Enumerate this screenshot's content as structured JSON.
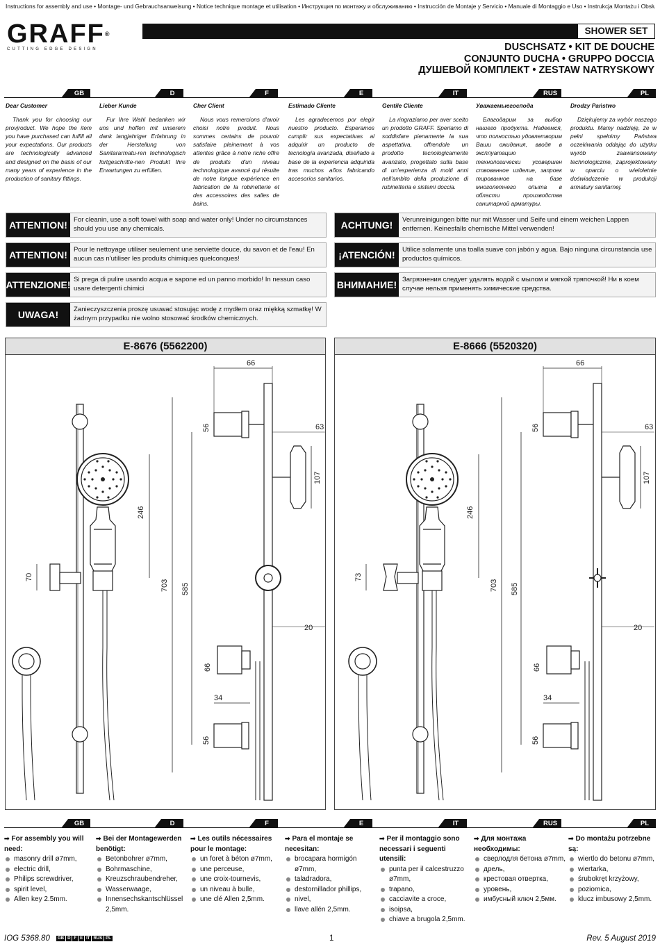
{
  "header": {
    "languages_line": "Instructions for assembly and use • Montage- und Gebrauchsanweisung • Notice technique montage et utilisation • Инструкция по монтажу и обслуживанию • Instrucción de Montaje y Servicio • Manuale di Montaggio e Uso • Instrukcja Montażu i Obsługi",
    "logo": "GRAFF",
    "logo_tag": "CUTTING EDGE DESIGN",
    "doc_label": "SHOWER SET",
    "titles": [
      "DUSCHSATZ • KIT DE DOUCHE",
      "CONJUNTO DUCHA • GRUPPO DOCCIA",
      "ДУШЕВОЙ КОМПЛЕКТ • ZESTAW NATRYSKOWY"
    ]
  },
  "lang_codes": [
    "GB",
    "D",
    "F",
    "E",
    "IT",
    "RUS",
    "PL"
  ],
  "intro": [
    {
      "heading": "Dear Customer",
      "text": "Thank you for choosing our provjroduct. We hope the item you have purchased can fulfill all your expectations. Our products are technologically advanced and designed on the basis of our many years of experience in the production of sanitary fittings."
    },
    {
      "heading": "Lieber Kunde",
      "text": "Fur Ihre Wahl bedanken wir uns und hoffen mit unserem dank langjahriger Erfahrung in der Herstellung von Sanitararmatu-ren technologisch fortgeschritte-nen Produkt Ihre Erwartungen zu erfüllen."
    },
    {
      "heading": "Cher Client",
      "text": "Nous vous remercions d'avoir choisi notre produit. Nous sommes certains de pouvoir satisfaire pleinement à vos attentes grâce à notre riche offre de produits d'un niveau technologique avancé qui résulte de notre longue expérience en fabrication de la robinetterie et des accessoires des salles de bains."
    },
    {
      "heading": "Estimado Cliente",
      "text": "Les agradecemos por elegir nuestro producto. Esperamos cumplir sus expectativas al adquirir un producto de tecnología avanzada, diseñado a base de la experiencia adquirida tras muchos años fabricando accesorios sanitarios."
    },
    {
      "heading": "Gentile Cliente",
      "text": "La ringraziamo per aver scelto un prodotto GRAFF. Speriamo di soddisfare pienamente la sua aspettativa, offrendole un prodotto tecnologicamente avanzato, progettato sulla base di un'esperienza di molti anni nell'ambito della produzione di rubinetteria e sistemi doccia."
    },
    {
      "heading": "Уважаемыегосподa",
      "text": "Благодарим за выбор нашего продукта. Надеемся, что полностью удовлетворим Ваши ожидания, вводя в эксплуатацию технологически усовершен ствованное изделие, запроек тированное на базе многолетнего опыта в области производства санитарной арматуры."
    },
    {
      "heading": "Drodzy Państwo",
      "text": "Dziękujemy za wybór naszego produktu. Mamy nadzieję, że w pełni spełnimy Państwa oczekiwania oddając do użytku wyrób zaawansowany technologicznie, zaprojektowany w oparciu o wieloletnie doświadczenie w produkcji armatury sanitarnej."
    }
  ],
  "attention": [
    {
      "label": "ATTENTION!",
      "text": "For cleanin, use a soft towel with soap and water only! Under no circumstances should you use any chemicals."
    },
    {
      "label": "ACHTUNG!",
      "text": "Verunreinigungen bitte nur mit Wasser und Seife und einem weichen Lappen entfernen. Keinesfalls chemische Mittel verwenden!"
    },
    {
      "label": "ATTENTION!",
      "text": "Pour le nettoyage utiliser seulement une serviette douce, du savon et de l'eau! En aucun cas n'utiliser les produits chimiques quelconques!"
    },
    {
      "label": "¡ATENCIÓN!",
      "text": "Utilice solamente una toalla suave con jabón y agua. Bajo ninguna circunstancia use productos químicos."
    },
    {
      "label": "ATTENZIONE!",
      "text": "Si prega di pulire usando acqua e sapone ed un panno morbido! In nessun caso usare detergenti chimici"
    },
    {
      "label": "ВНИМАНИЕ!",
      "text": "Загрязнения следует удалять водой с мылом и мягкой тряпочкой! Ни в коем случае нельзя применять химические средства."
    },
    {
      "label": "UWAGA!",
      "text": "Zanieczyszczenia proszę usuwać stosując wodę z mydłem oraz miękką szmatkę! W żadnym przypadku nie wolno stosować środków chemicznych."
    }
  ],
  "panels": [
    {
      "title": "E-8676 (5562200)",
      "dims": {
        "top_width": "66",
        "d_bracket": "56",
        "offset": "63",
        "d_shower": "107",
        "handle_len": "246",
        "valve_h": "70",
        "total_h": "703",
        "inner_h": "585",
        "d_bar": "20",
        "d_outlet": "66",
        "outlet_w": "34",
        "d_bracket2": "56"
      }
    },
    {
      "title": "E-8666 (5520320)",
      "dims": {
        "top_width": "66",
        "d_bracket": "56",
        "offset": "63",
        "d_shower": "107",
        "handle_len": "246",
        "valve_h": "73",
        "total_h": "703",
        "inner_h": "585",
        "d_bar": "20",
        "d_outlet": "66",
        "outlet_w": "34",
        "d_bracket2": "56"
      }
    }
  ],
  "tools": [
    {
      "heading": "For assembly you will need:",
      "items": [
        "masonry drill ø7mm,",
        "electric drill,",
        "Philips screwdriver,",
        "spirit level,",
        "Allen key 2.5mm."
      ]
    },
    {
      "heading": "Bei der Montagewerden benötigt:",
      "items": [
        "Betonbohrer ø7mm,",
        "Bohrmaschine,",
        "Kreuzschraubendreher,",
        "Wasserwaage,",
        "Innensechskantschlüssel 2,5mm."
      ]
    },
    {
      "heading": "Les outils nécessaires pour le montage:",
      "items": [
        "un foret à béton ø7mm,",
        "une perceuse,",
        "une croix-tournevis,",
        "un niveau à bulle,",
        "une clé Allen 2,5mm."
      ]
    },
    {
      "heading": "Para el montaje se necesitan:",
      "items": [
        "brocapara hormigón ø7mm,",
        "taladradora,",
        "destornillador phillips,",
        "nivel,",
        "llave allén 2,5mm."
      ]
    },
    {
      "heading": "Per il montaggio sono necessari i seguenti utensili:",
      "items": [
        "punta per il calcestruzzo ø7mm,",
        "trapano,",
        "cacciavite a croce,",
        "isoipsa,",
        "chiave a brugola 2,5mm."
      ]
    },
    {
      "heading": "Для монтажа необходимы:",
      "items": [
        "сверлодля бетона ø7mm,",
        "дрель,",
        "крестовая отвертка,",
        "уровень,",
        "имбусный ключ 2,5мм."
      ]
    },
    {
      "heading": "Do montażu potrzebne są:",
      "items": [
        "wiertlo do betonu ø7mm,",
        "wiertarka,",
        "śrubokręt krzyżowy,",
        "poziomica,",
        "klucz imbusowy 2,5mm."
      ]
    }
  ],
  "footer": {
    "doc_code": "IOG 5368.80",
    "page": "1",
    "revision": "Rev. 5 August 2019"
  }
}
